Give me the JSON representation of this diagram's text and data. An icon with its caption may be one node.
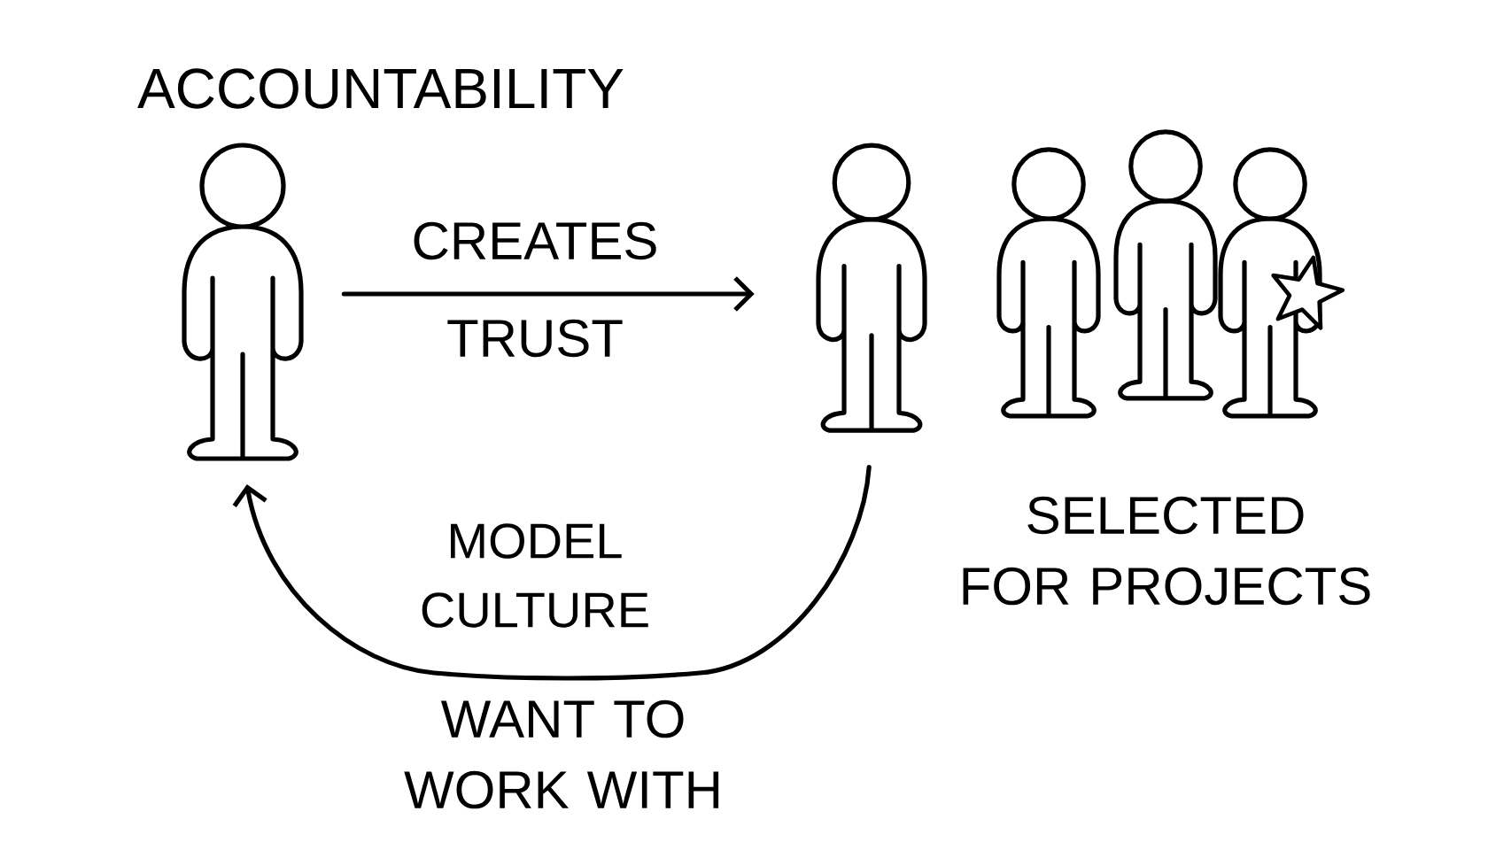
{
  "diagram": {
    "nodes": [
      {
        "text": [],
        "shape": "person",
        "beside": [
          "ACCOUNTABILITY"
        ]
      },
      {
        "text": [],
        "shape": "person"
      },
      {
        "text": [],
        "shape": "person"
      },
      {
        "text": [],
        "shape": "person"
      },
      {
        "text": [],
        "shape": "person"
      }
    ],
    "edges": [
      {
        "from": 0,
        "to": 1,
        "arrow": "to",
        "label": "CREATES TRUST"
      },
      {
        "from": 1,
        "to": 0,
        "arrow": "to",
        "label": "WANT TO WORK WITH"
      }
    ],
    "labels": [
      "MODEL CULTURE",
      "SELECTED FOR PROJECTS"
    ]
  }
}
